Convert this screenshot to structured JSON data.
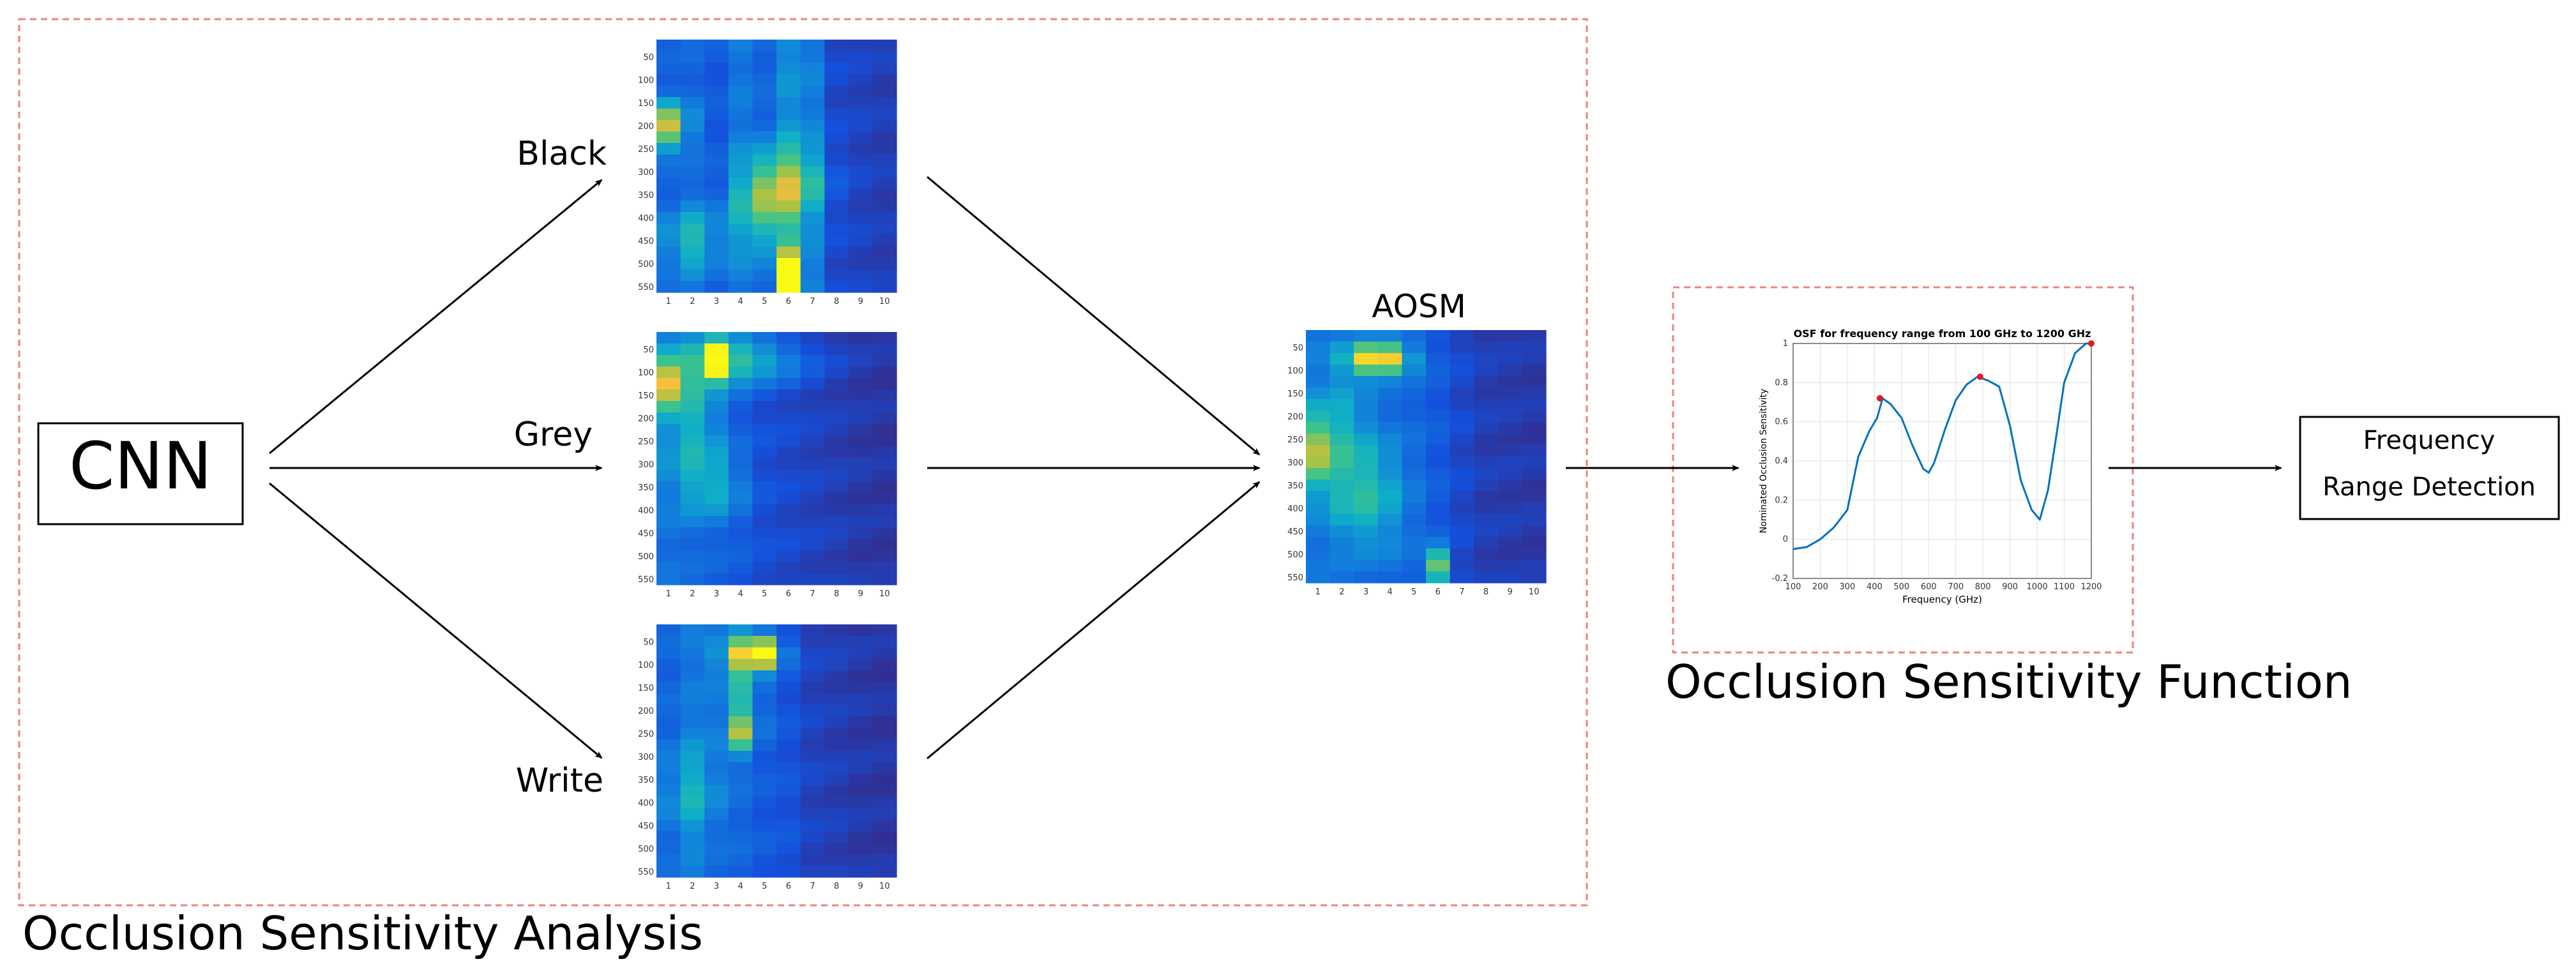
{
  "cnn_label": "CNN",
  "branches": {
    "black": "Black",
    "grey": "Grey",
    "write": "Write"
  },
  "aosm_label": "AOSM",
  "analysis_caption": "Occlusion Sensitivity Analysis",
  "function_caption": "Occlusion Sensitivity Function",
  "output": {
    "line1": "Frequency",
    "line2": "Range Detection"
  },
  "colors": {
    "dashed_border": "#f08080",
    "line": "#0072bd",
    "peak": "#e41a1c"
  },
  "heatmap_axes": {
    "y_ticks": [
      "50",
      "100",
      "150",
      "200",
      "250",
      "300",
      "350",
      "400",
      "450",
      "500",
      "550"
    ],
    "x_ticks": [
      "1",
      "2",
      "3",
      "4",
      "5",
      "6",
      "7",
      "8",
      "9",
      "10"
    ]
  },
  "chart_data": {
    "type": "line",
    "title": "OSF for frequency range from 100 GHz to 1200 GHz",
    "xlabel": "Frequency (GHz)",
    "ylabel": "Nominated Occlusion Sensitivity",
    "xlim": [
      100,
      1200
    ],
    "ylim": [
      -0.2,
      1
    ],
    "x_ticks": [
      "100",
      "200",
      "300",
      "400",
      "500",
      "600",
      "700",
      "800",
      "900",
      "1000",
      "1100",
      "1200"
    ],
    "y_ticks": [
      "-0.2",
      "0",
      "0.2",
      "0.4",
      "0.6",
      "0.8",
      "1"
    ],
    "grid": true,
    "x": [
      100,
      150,
      200,
      250,
      300,
      340,
      380,
      410,
      430,
      460,
      500,
      540,
      580,
      600,
      620,
      660,
      700,
      740,
      780,
      820,
      860,
      900,
      940,
      980,
      1010,
      1040,
      1070,
      1100,
      1140,
      1180,
      1200
    ],
    "y": [
      -0.05,
      -0.04,
      0.0,
      0.06,
      0.15,
      0.42,
      0.55,
      0.62,
      0.72,
      0.69,
      0.62,
      0.48,
      0.36,
      0.34,
      0.39,
      0.56,
      0.71,
      0.79,
      0.83,
      0.81,
      0.78,
      0.58,
      0.3,
      0.15,
      0.1,
      0.25,
      0.52,
      0.8,
      0.95,
      1.0,
      1.0
    ],
    "peaks": [
      {
        "x": 420,
        "y": 0.72
      },
      {
        "x": 790,
        "y": 0.83
      },
      {
        "x": 1200,
        "y": 1.0
      }
    ]
  }
}
